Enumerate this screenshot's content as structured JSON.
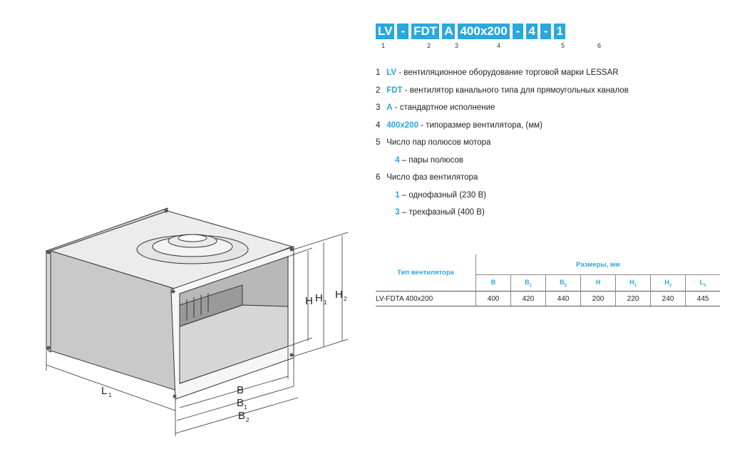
{
  "model_code": {
    "segments": [
      "LV",
      "-",
      "FDT",
      "A",
      "400x200",
      "-",
      "4",
      "-",
      "1"
    ],
    "numbers": [
      "1",
      "2",
      "3",
      "4",
      "5",
      "6"
    ]
  },
  "legend": [
    {
      "num": "1",
      "code": "LV",
      "text": " - вентиляционное оборудование торговой марки LESSAR"
    },
    {
      "num": "2",
      "code": "FDT",
      "text": " - вентилятор канального типа для прямоугольных каналов"
    },
    {
      "num": "3",
      "code": "A",
      "text": " - стандартное исполнение"
    },
    {
      "num": "4",
      "code": "400x200",
      "text": " - типоразмер вентилятора, (мм)"
    },
    {
      "num": "5",
      "code": "",
      "text": "Число пар полюсов мотора"
    },
    {
      "num": "",
      "code": "4",
      "text": " – пары полюсов"
    },
    {
      "num": "6",
      "code": "",
      "text": "Число фаз вентилятора"
    },
    {
      "num": "",
      "code": "1",
      "text": " – однофазный (230 В)"
    },
    {
      "num": "",
      "code": "3",
      "text": " – трехфазный (400 В)"
    }
  ],
  "drawing": {
    "labels": {
      "H": "H",
      "H1": "H",
      "H1_sub": "1",
      "H2": "H",
      "H2_sub": "2",
      "L1": "L",
      "L1_sub": "1",
      "B": "B",
      "B1": "B",
      "B1_sub": "1",
      "B2": "B",
      "B2_sub": "2"
    }
  },
  "table": {
    "type_header": "Тип вентилятора",
    "group_header": "Размеры, мм",
    "columns": [
      {
        "main": "B",
        "sub": ""
      },
      {
        "main": "B",
        "sub": "1"
      },
      {
        "main": "B",
        "sub": "2"
      },
      {
        "main": "H",
        "sub": ""
      },
      {
        "main": "H",
        "sub": "1"
      },
      {
        "main": "H",
        "sub": "2"
      },
      {
        "main": "L",
        "sub": "1"
      }
    ],
    "row": {
      "name": "LV-FDTA 400x200",
      "values": [
        "400",
        "420",
        "440",
        "200",
        "220",
        "240",
        "445"
      ]
    }
  },
  "colors": {
    "accent": "#29a8df"
  }
}
